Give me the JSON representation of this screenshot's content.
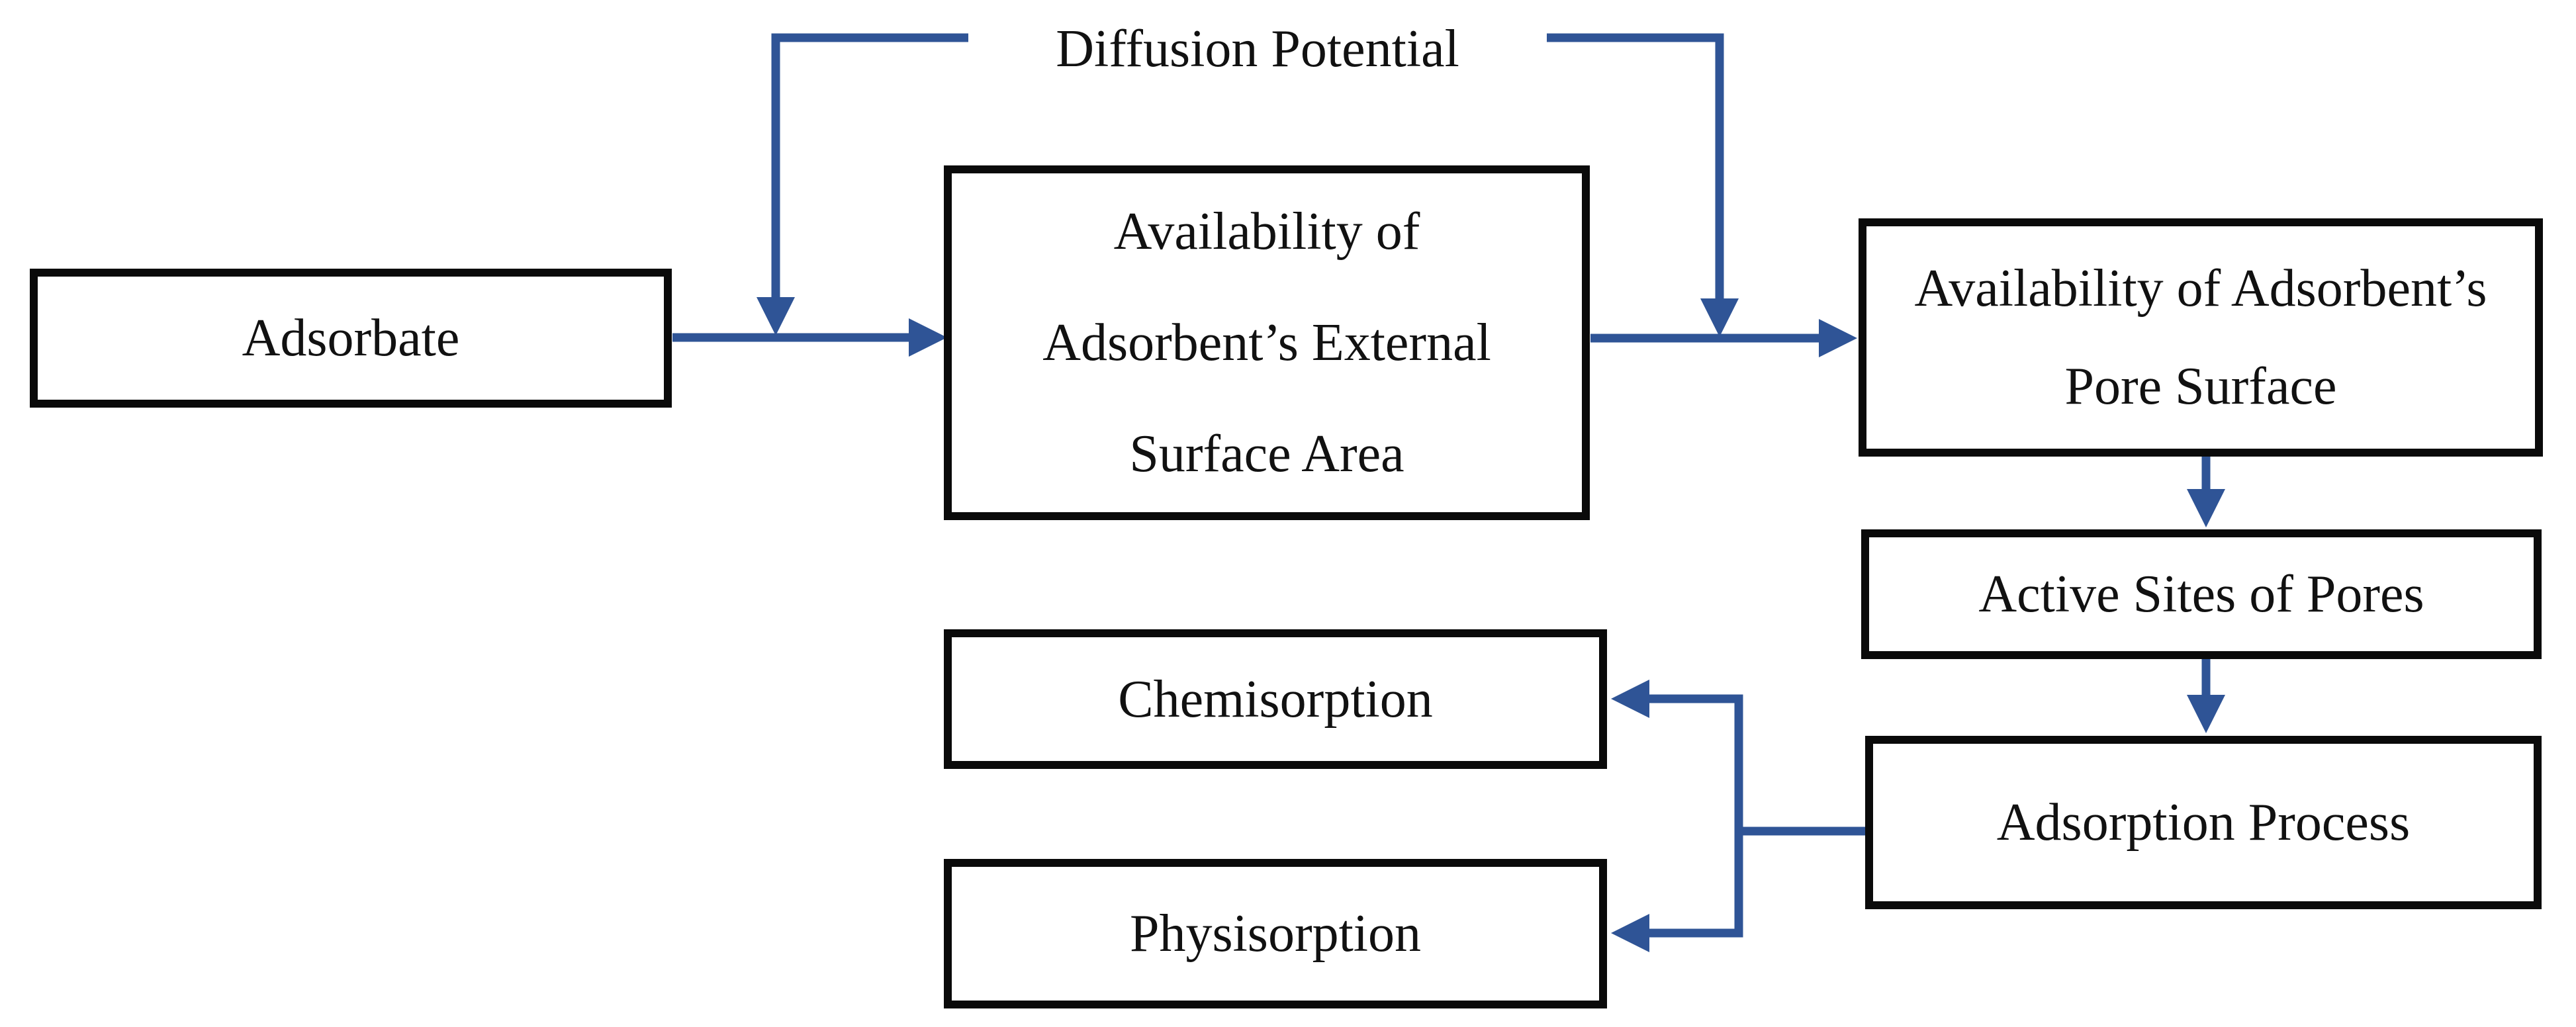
{
  "diagram": {
    "type": "flowchart",
    "topic": "Adsorption process flow"
  },
  "colors": {
    "arrow_blue": "#2F5496",
    "box_border": "#0a0a0a",
    "text_color": "#111111",
    "bg": "#ffffff"
  },
  "nodes": {
    "diffusion_potential": {
      "label": "Diffusion Potential"
    },
    "adsorbate": {
      "label": "Adsorbate"
    },
    "external_surface": {
      "label": "Availability of\nAdsorbent’s External\nSurface Area"
    },
    "pore_surface": {
      "label": "Availability of Adsorbent’s\nPore Surface"
    },
    "active_sites": {
      "label": "Active Sites of Pores"
    },
    "adsorption_process": {
      "label": "Adsorption Process"
    },
    "chemisorption": {
      "label": "Chemisorption"
    },
    "physisorption": {
      "label": "Physisorption"
    }
  },
  "edges": [
    {
      "from": "adsorbate",
      "to": "external_surface",
      "style": "arrow-right"
    },
    {
      "from": "external_surface",
      "to": "pore_surface",
      "style": "arrow-right"
    },
    {
      "from": "diffusion_potential",
      "to": "adsorbate_to_external_surface_arrow",
      "style": "arrow-down"
    },
    {
      "from": "diffusion_potential",
      "to": "external_surface_to_pore_surface_arrow",
      "style": "arrow-down"
    },
    {
      "from": "pore_surface",
      "to": "active_sites",
      "style": "arrow-down"
    },
    {
      "from": "active_sites",
      "to": "adsorption_process",
      "style": "arrow-down"
    },
    {
      "from": "adsorption_process",
      "to": "chemisorption",
      "style": "arrow-left"
    },
    {
      "from": "adsorption_process",
      "to": "physisorption",
      "style": "arrow-left"
    }
  ]
}
